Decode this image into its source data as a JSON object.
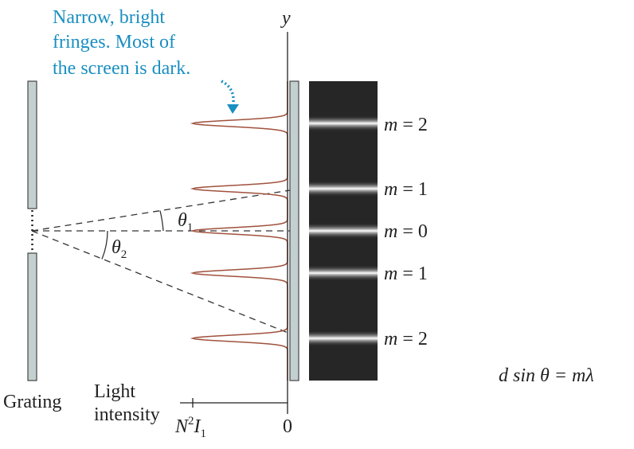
{
  "annotation": {
    "lines": [
      "Narrow, bright",
      "fringes. Most of",
      "the screen is dark."
    ],
    "color": "#1a8fc1"
  },
  "axis": {
    "y_label": "y",
    "intensity_label_line1": "Light",
    "intensity_label_line2": "intensity",
    "tick_max_main": "N",
    "tick_max_sup": "2",
    "tick_max_after": "I",
    "tick_max_sub": "1",
    "tick_zero": "0"
  },
  "grating_label": "Grating",
  "angles": {
    "theta1_symbol": "θ",
    "theta1_sub": "1",
    "theta2_symbol": "θ",
    "theta2_sub": "2"
  },
  "orders": [
    {
      "label": "m = 2"
    },
    {
      "label": "m = 1"
    },
    {
      "label": "m = 0"
    },
    {
      "label": "m = 1"
    },
    {
      "label": "m = 2"
    }
  ],
  "equation": "d sin θ = mλ",
  "colors": {
    "intensity_curve": "#a0523d",
    "screen": "#c4d0d0",
    "grating": "#c4d0d0",
    "fringe_panel": "#262626",
    "annotation": "#1a8fc1"
  }
}
